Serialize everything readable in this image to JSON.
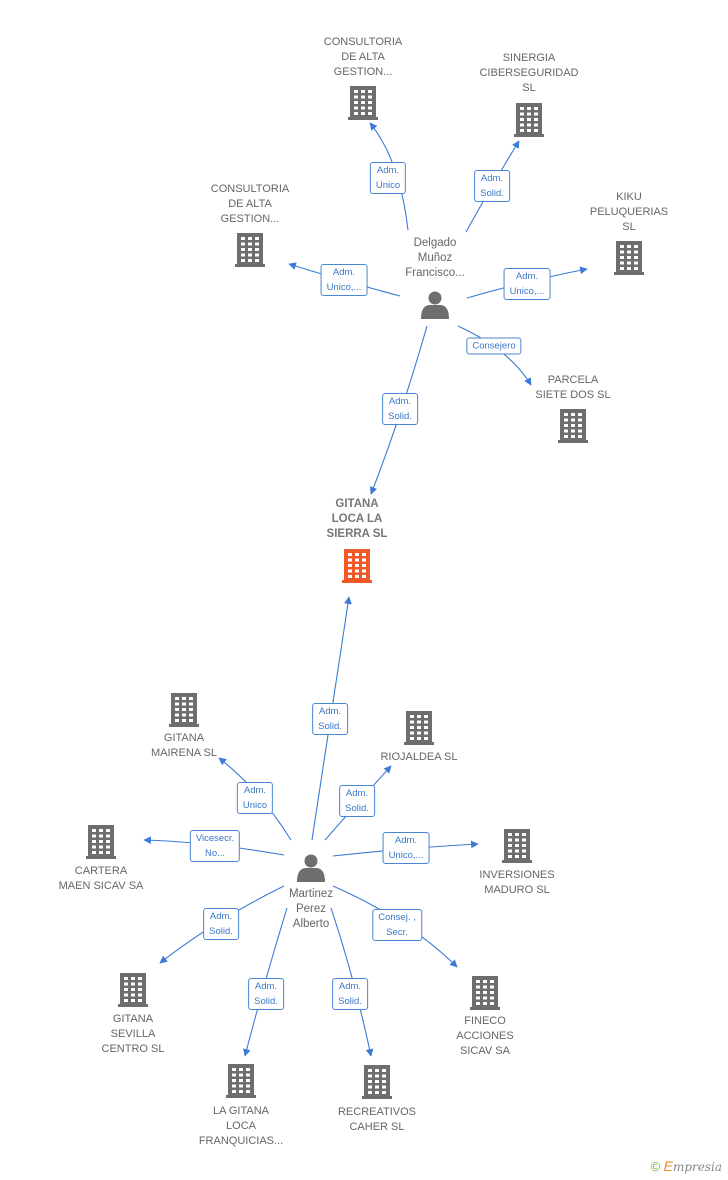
{
  "colors": {
    "edge": "#3a7bd5",
    "building": "#6e6e6e",
    "building_focus": "#f05a28",
    "person": "#6e6e6e"
  },
  "center_company": {
    "id": "gitana",
    "name": [
      "GITANA",
      "LOCA LA",
      "SIERRA  SL"
    ]
  },
  "persons": [
    {
      "id": "delgado",
      "name": [
        "Delgado",
        "Muñoz",
        "Francisco..."
      ]
    },
    {
      "id": "martinez",
      "name": [
        "Martinez",
        "Perez",
        "Alberto"
      ]
    }
  ],
  "companies": [
    {
      "id": "c1",
      "name": [
        "CONSULTORIA",
        "DE ALTA",
        "GESTION..."
      ]
    },
    {
      "id": "c2",
      "name": [
        "SINERGIA",
        "CIBERSEGURIDAD",
        "SL"
      ]
    },
    {
      "id": "c3",
      "name": [
        "CONSULTORIA",
        "DE ALTA",
        "GESTION..."
      ]
    },
    {
      "id": "c4",
      "name": [
        "KIKU",
        "PELUQUERIAS",
        "SL"
      ]
    },
    {
      "id": "c5",
      "name": [
        "PARCELA",
        "SIETE DOS  SL"
      ]
    },
    {
      "id": "c6",
      "name": [
        "GITANA",
        "MAIRENA  SL"
      ]
    },
    {
      "id": "c7",
      "name": [
        "RIOJALDEA  SL"
      ]
    },
    {
      "id": "c8",
      "name": [
        "CARTERA",
        "MAEN SICAV SA"
      ]
    },
    {
      "id": "c9",
      "name": [
        "INVERSIONES",
        "MADURO  SL"
      ]
    },
    {
      "id": "c10",
      "name": [
        "GITANA",
        "SEVILLA",
        "CENTRO  SL"
      ]
    },
    {
      "id": "c11",
      "name": [
        "FINECO",
        "ACCIONES",
        "SICAV SA"
      ]
    },
    {
      "id": "c12",
      "name": [
        "LA GITANA",
        "LOCA",
        "FRANQUICIAS..."
      ]
    },
    {
      "id": "c13",
      "name": [
        "RECREATIVOS",
        "CAHER SL"
      ]
    }
  ],
  "relations": [
    {
      "from": "delgado",
      "to": "c1",
      "label": [
        "Adm.",
        "Unico"
      ]
    },
    {
      "from": "delgado",
      "to": "c2",
      "label": [
        "Adm.",
        "Solid."
      ]
    },
    {
      "from": "delgado",
      "to": "c3",
      "label": [
        "Adm.",
        "Unico,..."
      ]
    },
    {
      "from": "delgado",
      "to": "c4",
      "label": [
        "Adm.",
        "Unico,..."
      ]
    },
    {
      "from": "delgado",
      "to": "c5",
      "label": [
        "Consejero"
      ]
    },
    {
      "from": "delgado",
      "to": "gitana",
      "label": [
        "Adm.",
        "Solid."
      ]
    },
    {
      "from": "martinez",
      "to": "gitana",
      "label": [
        "Adm.",
        "Solid."
      ]
    },
    {
      "from": "martinez",
      "to": "c6",
      "label": [
        "Adm.",
        "Unico"
      ]
    },
    {
      "from": "martinez",
      "to": "c7",
      "label": [
        "Adm.",
        "Solid."
      ]
    },
    {
      "from": "martinez",
      "to": "c8",
      "label": [
        "Vicesecr.",
        "No..."
      ]
    },
    {
      "from": "martinez",
      "to": "c9",
      "label": [
        "Adm.",
        "Unico,..."
      ]
    },
    {
      "from": "martinez",
      "to": "c10",
      "label": [
        "Adm.",
        "Solid."
      ]
    },
    {
      "from": "martinez",
      "to": "c11",
      "label": [
        "Consej. ,",
        "Secr."
      ]
    },
    {
      "from": "martinez",
      "to": "c12",
      "label": [
        "Adm.",
        "Solid."
      ]
    },
    {
      "from": "martinez",
      "to": "c13",
      "label": [
        "Adm.",
        "Solid."
      ]
    }
  ],
  "footer": {
    "copyright": "©",
    "brand_initial": "E",
    "brand_rest": "mpresia"
  }
}
